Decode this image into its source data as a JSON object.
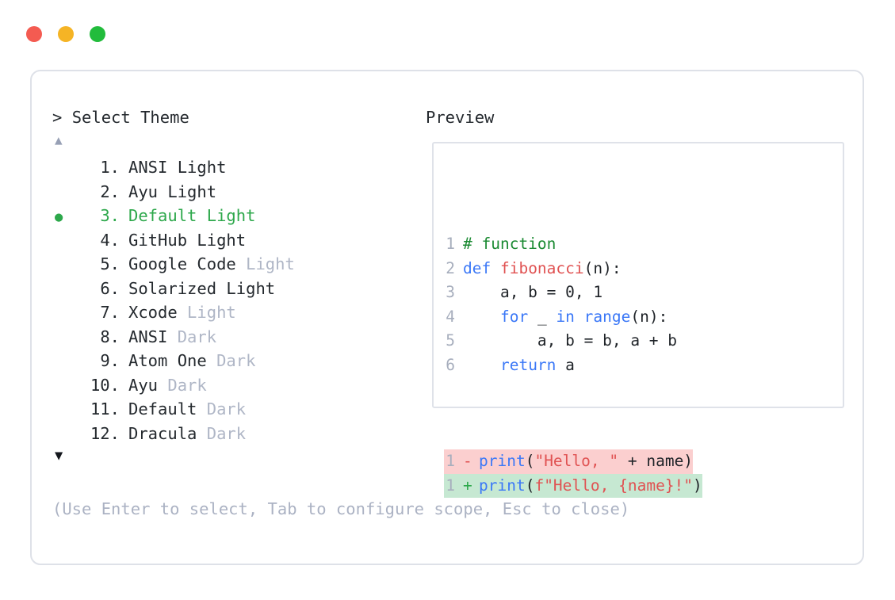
{
  "window_controls": [
    {
      "name": "close",
      "color": "#F45B51"
    },
    {
      "name": "minimize",
      "color": "#F5B425"
    },
    {
      "name": "maximize",
      "color": "#22BC3C"
    }
  ],
  "prompt": {
    "marker": ">",
    "title": "Select Theme"
  },
  "scroll": {
    "up_arrow": "▲",
    "down_arrow": "▼"
  },
  "selection": {
    "bullet": "●",
    "selected_index": 3,
    "accent_color": "#2DA84B"
  },
  "themes": [
    {
      "num": "1.",
      "name": "ANSI Light",
      "variant": "",
      "selected": false
    },
    {
      "num": "2.",
      "name": "Ayu Light",
      "variant": "",
      "selected": false
    },
    {
      "num": "3.",
      "name": "Default Light",
      "variant": "",
      "selected": true
    },
    {
      "num": "4.",
      "name": "GitHub Light",
      "variant": "",
      "selected": false
    },
    {
      "num": "5.",
      "name": "Google Code",
      "variant": "Light",
      "selected": false
    },
    {
      "num": "6.",
      "name": "Solarized Light",
      "variant": "",
      "selected": false
    },
    {
      "num": "7.",
      "name": "Xcode",
      "variant": "Light",
      "selected": false
    },
    {
      "num": "8.",
      "name": "ANSI",
      "variant": "Dark",
      "selected": false
    },
    {
      "num": "9.",
      "name": "Atom One",
      "variant": "Dark",
      "selected": false
    },
    {
      "num": "10.",
      "name": "Ayu",
      "variant": "Dark",
      "selected": false
    },
    {
      "num": "11.",
      "name": "Default",
      "variant": "Dark",
      "selected": false
    },
    {
      "num": "12.",
      "name": "Dracula",
      "variant": "Dark",
      "selected": false
    }
  ],
  "hint": "(Use Enter to select, Tab to configure scope, Esc to close)",
  "preview": {
    "label": "Preview",
    "code_lines": [
      {
        "ln": "1",
        "tokens": [
          {
            "t": "# function",
            "c": "comment"
          }
        ]
      },
      {
        "ln": "2",
        "tokens": [
          {
            "t": "def ",
            "c": "keyword"
          },
          {
            "t": "fibonacci",
            "c": "func"
          },
          {
            "t": "(n):",
            "c": "plain"
          }
        ]
      },
      {
        "ln": "3",
        "tokens": [
          {
            "t": "    a, b = 0, 1",
            "c": "plain"
          }
        ]
      },
      {
        "ln": "4",
        "tokens": [
          {
            "t": "    ",
            "c": "plain"
          },
          {
            "t": "for",
            "c": "keyword"
          },
          {
            "t": " _ ",
            "c": "plain"
          },
          {
            "t": "in",
            "c": "keyword"
          },
          {
            "t": " ",
            "c": "plain"
          },
          {
            "t": "range",
            "c": "builtin"
          },
          {
            "t": "(n):",
            "c": "plain"
          }
        ]
      },
      {
        "ln": "5",
        "tokens": [
          {
            "t": "        a, b = b, a + b",
            "c": "plain"
          }
        ]
      },
      {
        "ln": "6",
        "tokens": [
          {
            "t": "    ",
            "c": "plain"
          },
          {
            "t": "return",
            "c": "keyword"
          },
          {
            "t": " a",
            "c": "plain"
          }
        ]
      }
    ],
    "diff_lines": [
      {
        "ln": "1",
        "marker": "-",
        "kind": "removed",
        "tokens": [
          {
            "t": "print",
            "c": "builtin"
          },
          {
            "t": "(",
            "c": "plain"
          },
          {
            "t": "\"Hello, \"",
            "c": "string"
          },
          {
            "t": " + name)",
            "c": "plain"
          }
        ]
      },
      {
        "ln": "1",
        "marker": "+",
        "kind": "added",
        "tokens": [
          {
            "t": "print",
            "c": "builtin"
          },
          {
            "t": "(",
            "c": "plain"
          },
          {
            "t": "f\"Hello, {name}!\"",
            "c": "string"
          },
          {
            "t": ")",
            "c": "plain"
          }
        ]
      }
    ],
    "colors": {
      "comment": "#1A8A32",
      "keyword": "#3B78F7",
      "function": "#E05252",
      "string": "#E05252",
      "plain": "#1F2328",
      "line_number": "#A7AEBD",
      "diff_removed_bg": "#FBCFCF",
      "diff_added_bg": "#C6E8D2"
    }
  }
}
